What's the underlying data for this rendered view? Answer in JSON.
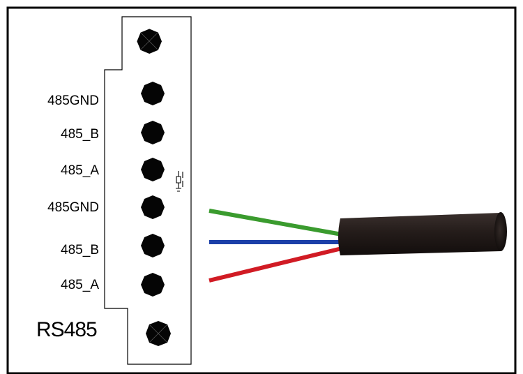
{
  "diagram": {
    "pin_labels": [
      "485GND",
      "485_B",
      "485_A",
      "485GND",
      "485_B",
      "485_A"
    ],
    "connector_label": "RS485",
    "wires": [
      {
        "name": "green-wire",
        "color": "#3a9b2e"
      },
      {
        "name": "blue-wire",
        "color": "#1b3fa8"
      },
      {
        "name": "red-wire",
        "color": "#d11b24"
      }
    ],
    "colors": {
      "border": "#000000",
      "screw": "#050505",
      "cable_jacket": "#2a2220"
    }
  }
}
